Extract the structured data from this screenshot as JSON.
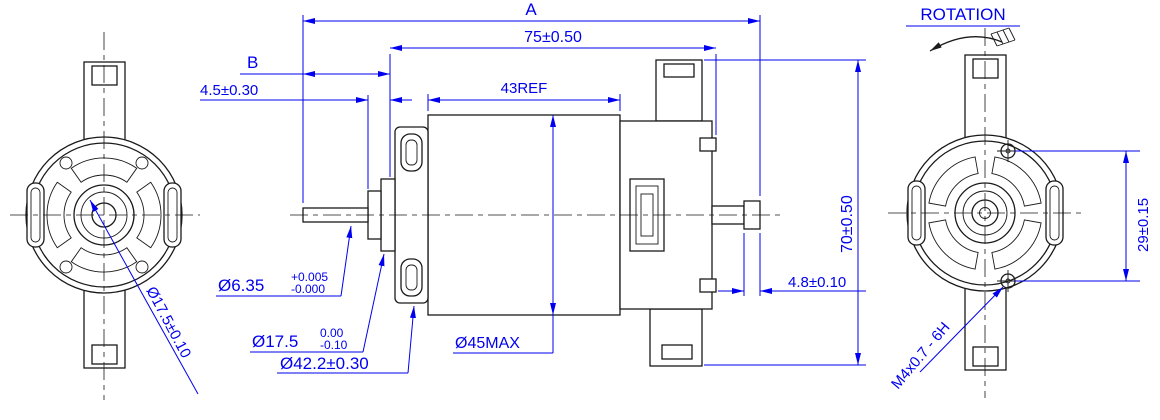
{
  "colors": {
    "dimension": "#0000ee",
    "geometry": "#1a1a1a",
    "background": "#ffffff"
  },
  "annotations": {
    "rotation": "ROTATION",
    "dim_a": "A",
    "dim_length_75": "75±0.50",
    "dim_b": "B",
    "dim_collar_45": "4.5±0.30",
    "dim_body_43ref": "43REF",
    "dim_shaft_d": "Ø6.35",
    "dim_shaft_d_tol_upper": "+0.005",
    "dim_shaft_d_tol_lower": "-0.000",
    "dim_boss_d": "Ø17.5",
    "dim_boss_d_tol_upper": "0.00",
    "dim_boss_d_tol_lower": "-0.10",
    "dim_pilot_d": "Ø42.2±0.30",
    "dim_body_d": "Ø45MAX",
    "dim_height_70": "70±0.50",
    "dim_rear_48": "4.8±0.10",
    "dim_hole_span_29": "29±0.15",
    "dim_thread_m4": "M4x0.7 - 6H",
    "dim_front_boss_d": "Ø17.5±0.10"
  }
}
